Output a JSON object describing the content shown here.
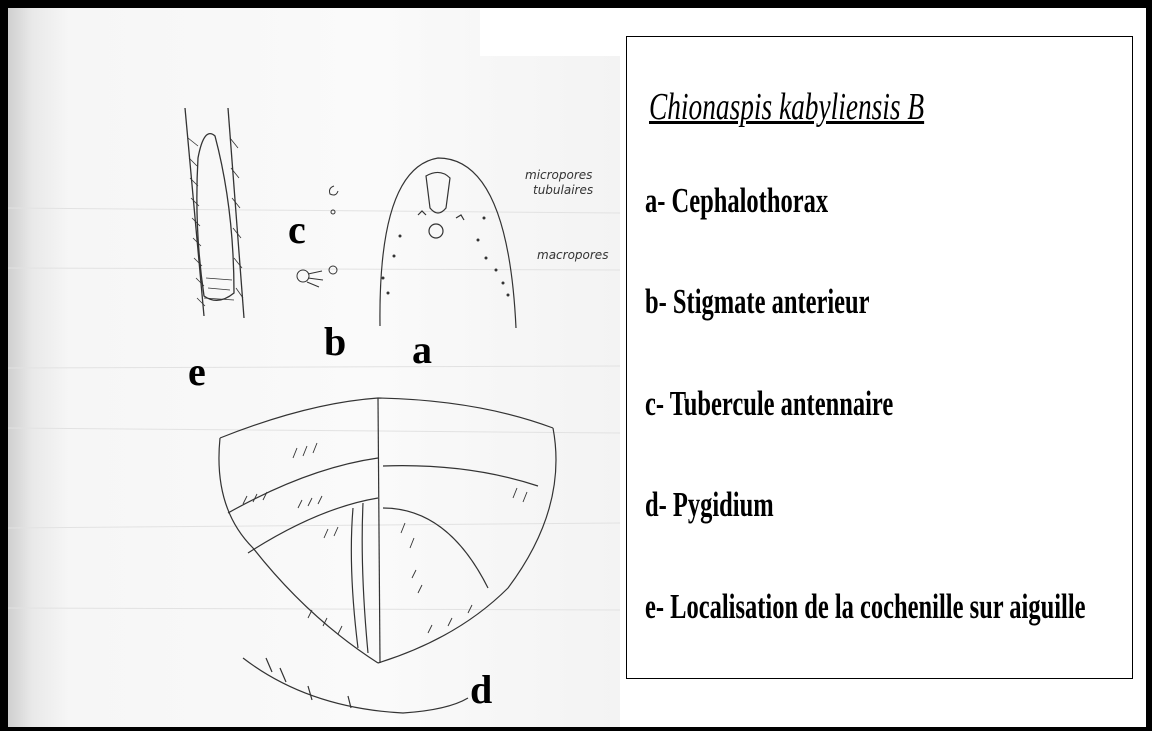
{
  "legend": {
    "title": "Chionaspis kabyliensis B",
    "items": [
      {
        "label": "a- Cephalothorax"
      },
      {
        "label": "b- Stigmate anterieur"
      },
      {
        "label": "c- Tubercule antennaire"
      },
      {
        "label": "d- Pygidium"
      },
      {
        "label": "e- Localisation de la cochenille sur aiguille"
      }
    ]
  },
  "figure": {
    "letters": {
      "a": "a",
      "b": "b",
      "c": "c",
      "d": "d",
      "e": "e"
    },
    "annotations": {
      "micropores": "micropores",
      "tubulaires": "tubulaires",
      "macropores": "macropores"
    }
  }
}
